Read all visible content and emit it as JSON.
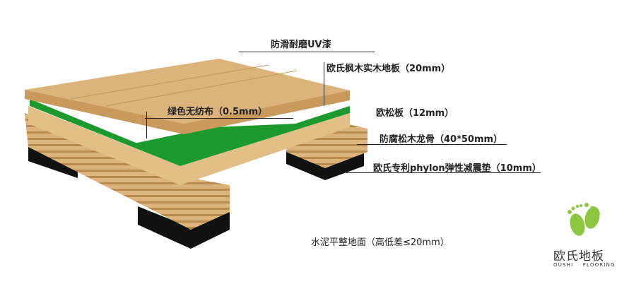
{
  "labels": {
    "uv_coating": "防滑耐磨UV漆",
    "solid_wood": "欧氏枫木实木地板（20mm）",
    "nonwoven": "绿色无纺布（0.5mm）",
    "osb": "欧松板（12mm）",
    "joist": "防腐松木龙骨（40*50mm）",
    "pad": "欧氏专利phylon弹性减震垫（10mm）",
    "ground": "水泥平整地面（高低差≤20mm）"
  },
  "logo": {
    "cn": "欧氏地板",
    "en": "OUSHI FLOORING",
    "color": "#8cc63f"
  },
  "colors": {
    "wood": "#dcb37a",
    "wood_dark": "#b98a4e",
    "green": "#1c9a2e",
    "pad": "#111111"
  }
}
